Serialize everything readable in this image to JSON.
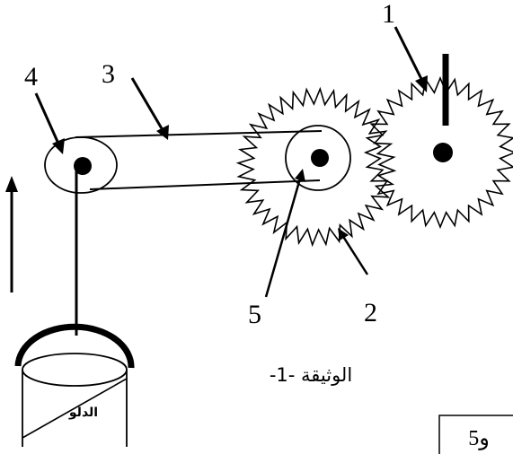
{
  "labels": {
    "part1": "1",
    "part2": "2",
    "part3": "3",
    "part4": "4",
    "part5": "5"
  },
  "caption": "الوثيقة -1-",
  "bucket_label": "الدلو",
  "corner_box_text": "و5",
  "colors": {
    "ink": "#000000",
    "background": "#ffffff"
  }
}
